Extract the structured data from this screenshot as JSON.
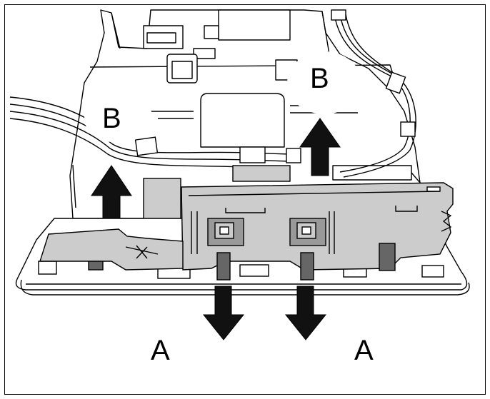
{
  "labels": {
    "a_left": "A",
    "a_right": "A",
    "b_left": "B",
    "b_right": "B"
  },
  "colors": {
    "line": "#000000",
    "part_fill": "#cccccc",
    "dark_fill": "#666666",
    "arrow_fill": "#111111",
    "background": "#ffffff"
  },
  "icons": [
    "arrow-up-icon",
    "arrow-down-icon"
  ]
}
